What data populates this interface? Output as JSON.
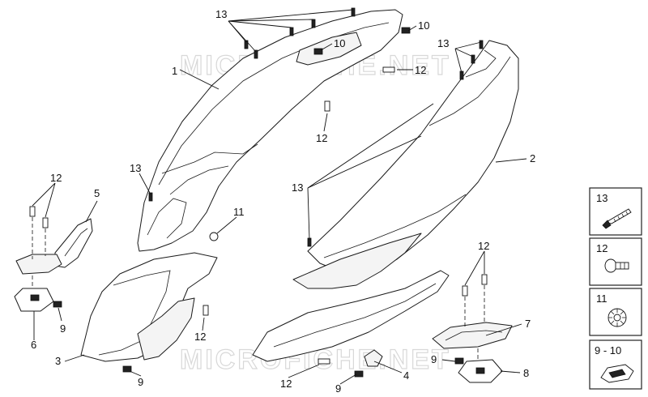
{
  "watermark": "MICROFICHE.NET",
  "callouts": [
    "1",
    "2",
    "3",
    "4",
    "5",
    "6",
    "7",
    "8",
    "9",
    "10",
    "11",
    "12",
    "13"
  ],
  "legend": [
    {
      "label": "13",
      "icon": "screw-icon"
    },
    {
      "label": "12",
      "icon": "bolt-icon"
    },
    {
      "label": "11",
      "icon": "lock-washer-icon"
    },
    {
      "label": "9 - 10",
      "icon": "spring-clip-icon"
    }
  ]
}
